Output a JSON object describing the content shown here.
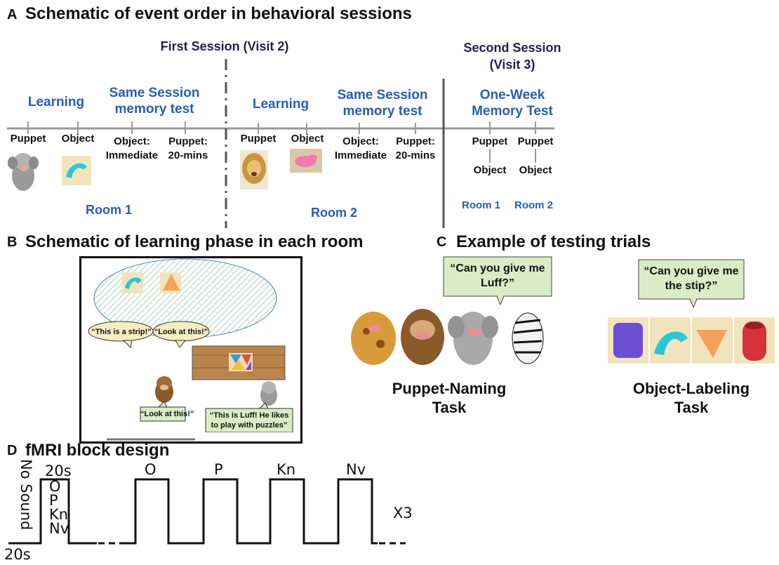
{
  "panelA": {
    "letter": "A",
    "title": "Schematic of event order in behavioral sessions",
    "first_session": "First Session (Visit 2)",
    "second_session_line1": "Second Session",
    "second_session_line2": "(Visit 3)",
    "phases": [
      {
        "line1": "Learning",
        "line2": ""
      },
      {
        "line1": "Same Session",
        "line2": "memory test"
      },
      {
        "line1": "Learning",
        "line2": ""
      },
      {
        "line1": "Same Session",
        "line2": "memory test"
      },
      {
        "line1": "One-Week",
        "line2": "Memory Test"
      }
    ],
    "events": [
      {
        "line1": "Puppet",
        "line2": ""
      },
      {
        "line1": "Object",
        "line2": ""
      },
      {
        "line1": "Object:",
        "line2": "Immediate"
      },
      {
        "line1": "Puppet:",
        "line2": "20-mins"
      },
      {
        "line1": "Puppet",
        "line2": ""
      },
      {
        "line1": "Object",
        "line2": ""
      },
      {
        "line1": "Object:",
        "line2": "Immediate"
      },
      {
        "line1": "Puppet:",
        "line2": "20-mins"
      }
    ],
    "week_events": [
      {
        "top": "Puppet",
        "bottom": "Object"
      },
      {
        "top": "Puppet",
        "bottom": "Object"
      }
    ],
    "rooms": [
      "Room 1",
      "Room 2",
      "Room 1",
      "Room 2"
    ]
  },
  "panelB": {
    "letter": "B",
    "title": "Schematic of learning phase in each room",
    "bubble1": "“This is a strip!”",
    "bubble2": "“Look at this!”",
    "bubble3": "“Look at this!”",
    "bubble4_line1": "“This is Luff! He likes",
    "bubble4_line2": "to play with puzzles”"
  },
  "panelC": {
    "letter": "C",
    "title": "Example of testing trials",
    "speech1_line1": "“Can you give me",
    "speech1_line2": "Luff?”",
    "speech2_line1": "“Can you give me",
    "speech2_line2": "the stip?”",
    "task1_line1": "Puppet-Naming",
    "task1_line2": "Task",
    "task2_line1": "Object-Labeling",
    "task2_line2": "Task"
  },
  "panelD": {
    "letter": "D",
    "title": "fMRI block design",
    "no_sound": "No Sound",
    "first_block_duration": "20s",
    "rest_duration": "20s",
    "first_block_conditions": [
      "O",
      "P",
      "Kn",
      "Nv"
    ],
    "block_labels": [
      "O",
      "P",
      "Kn",
      "Nv"
    ],
    "repeat": "X3"
  },
  "colors": {
    "phase_blue": "#2a5cb8",
    "session_purple": "#2a1a4a",
    "speech_green": "#d9ecc6",
    "bubble_cream": "#f5eec2",
    "learning_ellipse": "#bfe0c8"
  }
}
